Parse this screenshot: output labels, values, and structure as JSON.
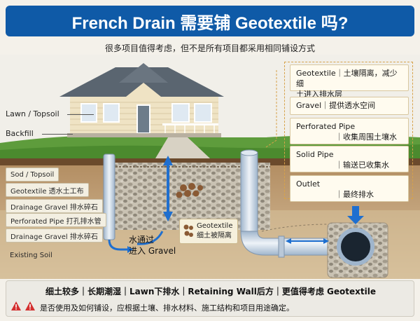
{
  "title": "French Drain 需要铺 Geotextile 吗?",
  "subtitle": "很多项目值得考虑，但不是所有项目都采用相同铺设方式",
  "house_labels": {
    "lawn": "Lawn / Topsoil",
    "backfill": "Backfill"
  },
  "layer_labels": [
    "Sod / Topsoil",
    "Geotextile 透水土工布",
    "Drainage Gravel 排水碎石",
    "Perforated Pipe 打孔排水管",
    "Drainage Gravel 排水碎石",
    "Existing Soil"
  ],
  "water_label": {
    "line1": "水通过",
    "line2": "进入 Gravel"
  },
  "geotextile_note": {
    "line1": "Geotextile",
    "line2": "细土被隔离"
  },
  "legend": [
    {
      "line1": "Geotextile｜土壤隔离，减少细",
      "line2": "土进入排水层"
    },
    {
      "line1": "Gravel｜提供透水空间",
      "line2": ""
    },
    {
      "line1": "Perforated Pipe",
      "line2": "｜收集周围土壤水"
    },
    {
      "line1": "Solid Pipe",
      "line2": "｜输送已收集水"
    },
    {
      "line1": "Outlet",
      "line2": "｜最终排水"
    }
  ],
  "bottom": {
    "line1": "细土较多｜长期潮湿｜Lawn下排水｜Retaining Wall后方｜更值得考虑 Geotextile",
    "line2": "是否使用及如何铺设，应根据土壤、排水材料、施工结构和项目用途确定。"
  },
  "colors": {
    "banner": "#0f5aa7",
    "water_arrow": "#1f6fcf",
    "grass": "#5a9a3a",
    "soil": "#a07a52",
    "gravel": "#b9b2a4",
    "pipe": "#c8d6e6",
    "warning": "#d32f2f"
  }
}
